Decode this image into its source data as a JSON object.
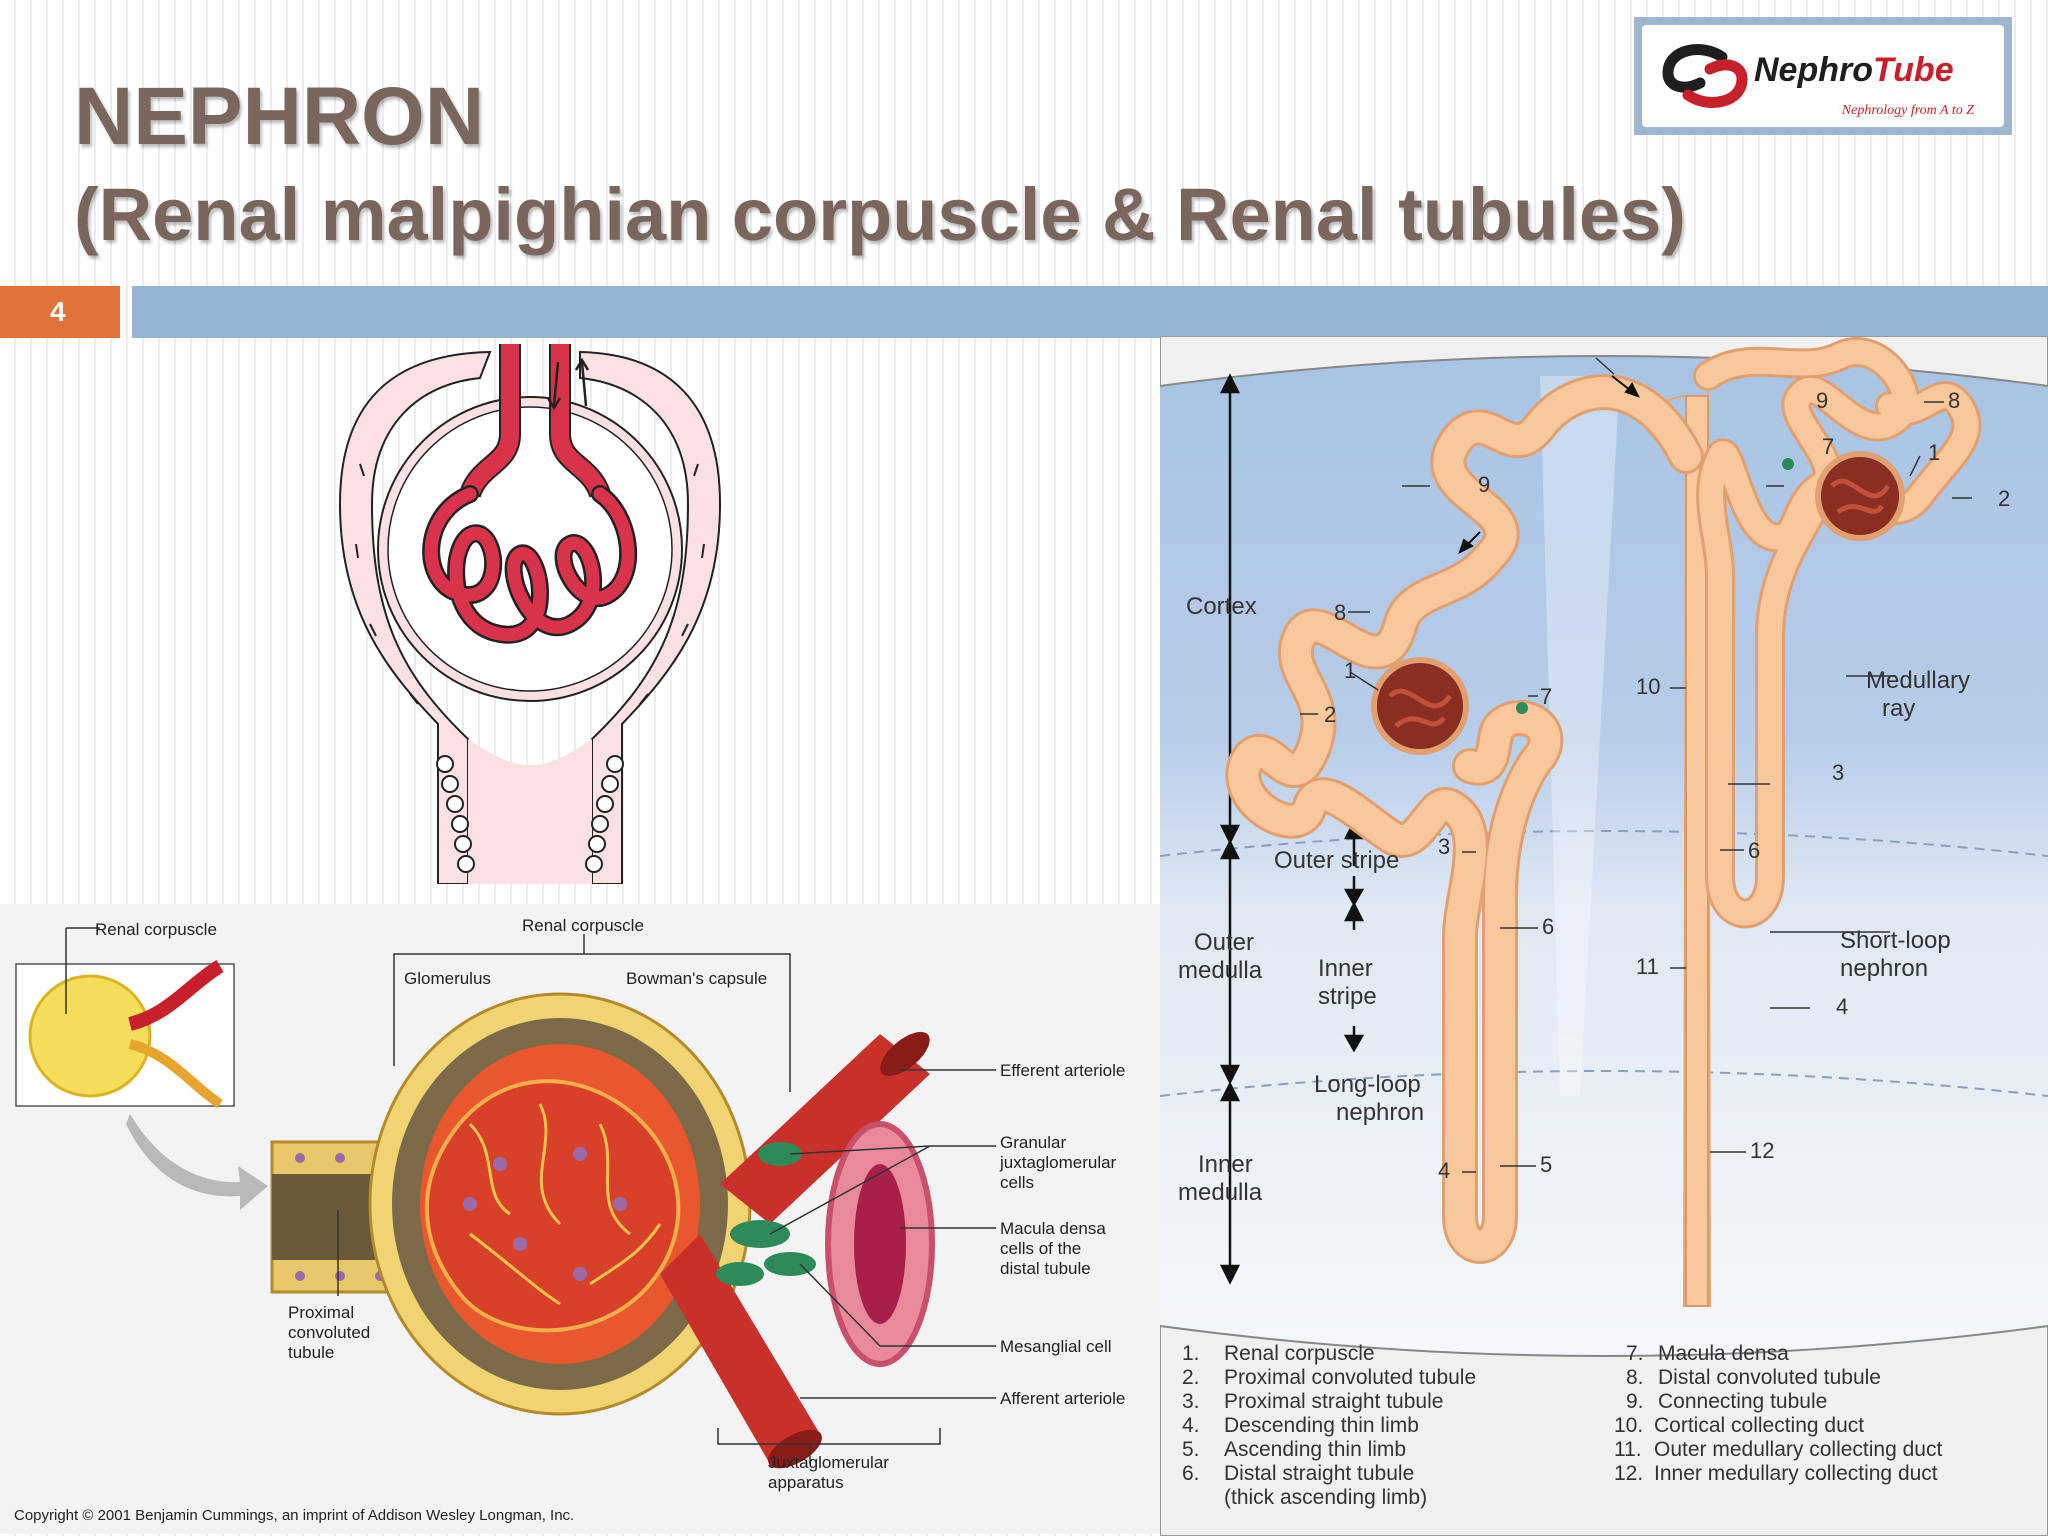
{
  "title": {
    "line1": "NEPHRON",
    "line2": "(Renal malpighian corpuscle & Renal tubules)"
  },
  "logo": {
    "name_part1": "Nephro",
    "name_part2": "Tube",
    "tagline": "Nephrology from A to Z"
  },
  "slide_number": "4",
  "colors": {
    "title": "#7a665c",
    "accent_orange": "#e1733a",
    "accent_blue": "#95b6d4",
    "capillary_red": "#d8334a",
    "tubule_peach": "#f6c08e",
    "cortex_blue": "#a9c4e4"
  },
  "corpuscle_diagram": {
    "labels": {
      "renal_corpuscle_left": "Renal corpuscle",
      "renal_corpuscle_top": "Renal corpuscle",
      "glomerulus": "Glomerulus",
      "bowmans_capsule": "Bowman's capsule",
      "efferent_arteriole": "Efferent arteriole",
      "granular_cells": [
        "Granular",
        "juxtaglomerular",
        "cells"
      ],
      "macula_densa": [
        "Macula densa",
        "cells of the",
        "distal tubule"
      ],
      "mesangial_cell": "Mesanglial cell",
      "afferent_arteriole": "Afferent arteriole",
      "proximal_tubule": [
        "Proximal",
        "convoluted",
        "tubule"
      ],
      "juxtaglomerular_apparatus": [
        "Juxtaglomerular",
        "apparatus"
      ]
    },
    "copyright": "Copyright © 2001 Benjamin Cummings, an imprint of Addison Wesley Longman, Inc."
  },
  "nephron_diagram": {
    "zones": {
      "cortex": "Cortex",
      "outer_stripe": "Outer stripe",
      "outer_medulla": [
        "Outer",
        "medulla"
      ],
      "inner_stripe": [
        "Inner",
        "stripe"
      ],
      "inner_medulla": [
        "Inner",
        "medulla"
      ]
    },
    "labels": {
      "medullary_ray": [
        "Medullary",
        "ray"
      ],
      "short_loop": [
        "Short-loop",
        "nephron"
      ],
      "long_loop": [
        "Long-loop",
        "nephron"
      ]
    },
    "numbers": [
      "1",
      "2",
      "3",
      "4",
      "5",
      "6",
      "7",
      "8",
      "9",
      "10",
      "11",
      "12"
    ],
    "legend_left": [
      {
        "num": "1.",
        "text": "Renal corpuscle"
      },
      {
        "num": "2.",
        "text": "Proximal convoluted tubule"
      },
      {
        "num": "3.",
        "text": "Proximal straight tubule"
      },
      {
        "num": "4.",
        "text": "Descending thin limb"
      },
      {
        "num": "5.",
        "text": "Ascending thin limb"
      },
      {
        "num": "6.",
        "text": "Distal straight tubule"
      },
      {
        "num": "",
        "text": "(thick ascending limb)"
      }
    ],
    "legend_right": [
      {
        "num": "7.",
        "text": "Macula densa"
      },
      {
        "num": "8.",
        "text": "Distal convoluted tubule"
      },
      {
        "num": "9.",
        "text": "Connecting tubule"
      },
      {
        "num": "10.",
        "text": "Cortical collecting duct"
      },
      {
        "num": "11.",
        "text": "Outer medullary collecting duct"
      },
      {
        "num": "12.",
        "text": "Inner medullary collecting duct"
      }
    ]
  }
}
